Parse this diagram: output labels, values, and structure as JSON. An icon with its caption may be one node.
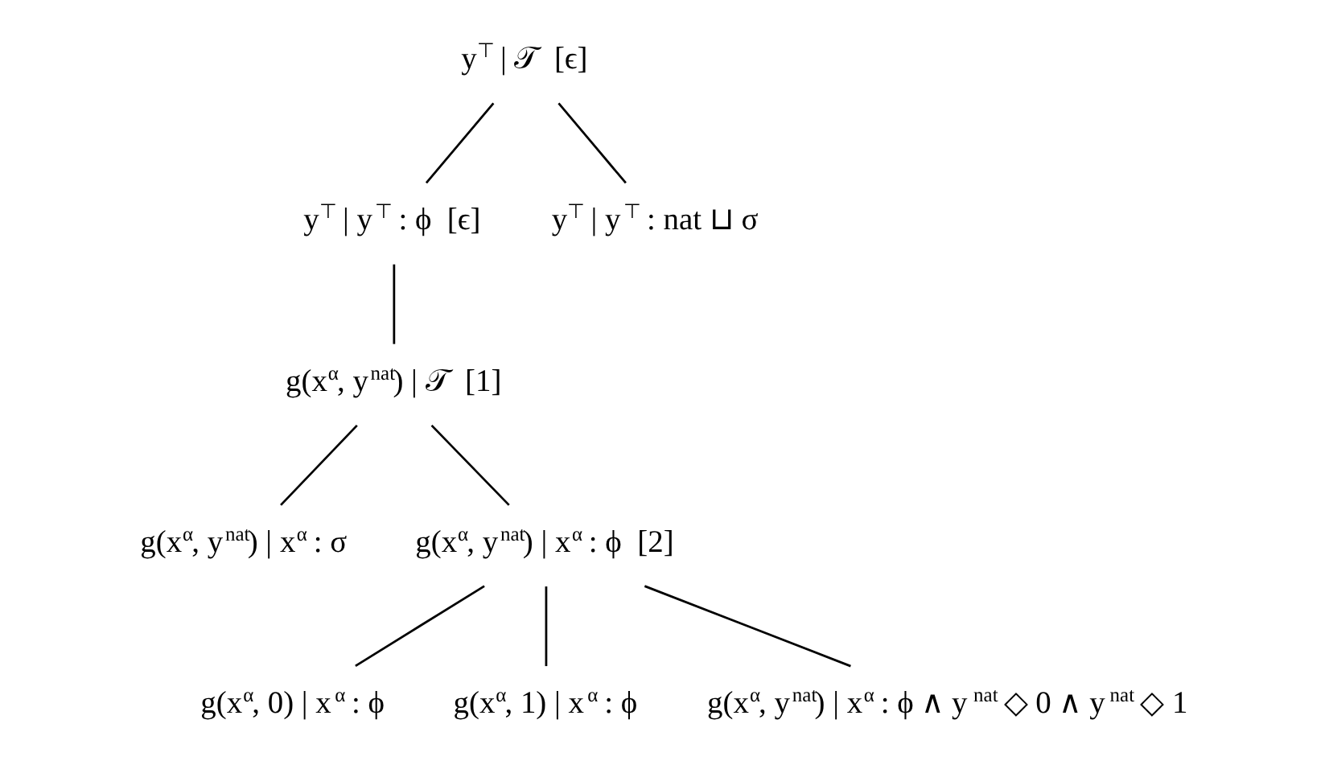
{
  "diagram": {
    "nodes": [
      {
        "text": [
          "y$^{⊤}$ | 𝒯  [ϵ]"
        ]
      },
      {
        "text": [
          "y$^{⊤}$ | y$^{⊤}$ : ϕ  [ϵ]"
        ]
      },
      {
        "text": [
          "y$^{⊤}$ | y$^{⊤}$ : nat ⊔ σ"
        ]
      },
      {
        "text": [
          "g(x$^{α}$, y$^{nat}$) | 𝒯  [1]"
        ]
      },
      {
        "text": [
          "g(x$^{α}$, y$^{nat}$) | x$^{α}$ : σ"
        ]
      },
      {
        "text": [
          "g(x$^{α}$, y$^{nat}$) | x$^{α}$ : ϕ  [2]"
        ]
      },
      {
        "text": [
          "g(x$^{α}$, 0) | x$^{α}$ : ϕ"
        ]
      },
      {
        "text": [
          "g(x$^{α}$, 1) | x$^{α}$ : ϕ"
        ]
      },
      {
        "text": [
          "g(x$^{α}$, y$^{nat}$) | x$^{α}$ : ϕ ∧ y$^{nat}$ ◇ 0 ∧ y$^{nat}$ ◇ 1"
        ]
      }
    ],
    "edges": [
      {
        "from": 0,
        "to": 1,
        "arrow": "none"
      },
      {
        "from": 0,
        "to": 2,
        "arrow": "none"
      },
      {
        "from": 1,
        "to": 3,
        "arrow": "none"
      },
      {
        "from": 3,
        "to": 4,
        "arrow": "none"
      },
      {
        "from": 3,
        "to": 5,
        "arrow": "none"
      },
      {
        "from": 5,
        "to": 6,
        "arrow": "none"
      },
      {
        "from": 5,
        "to": 7,
        "arrow": "none"
      },
      {
        "from": 5,
        "to": 8,
        "arrow": "none"
      }
    ]
  }
}
